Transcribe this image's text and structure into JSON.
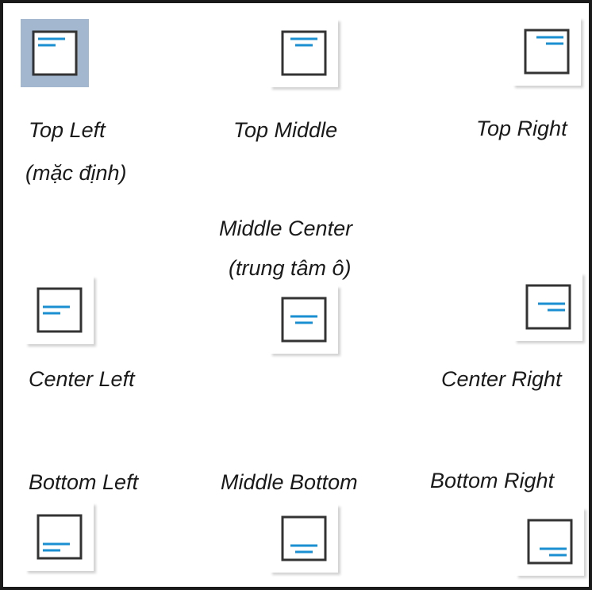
{
  "colors": {
    "line": "#1a8fd1",
    "box_border": "#333333",
    "selected_bg": "#a3b7cf"
  },
  "options": [
    {
      "id": "top-left",
      "label": "Top Left",
      "sublabel": "(mặc định)",
      "selected": true,
      "icon": "align-top-left-icon",
      "v_align": "top",
      "h_align": "left"
    },
    {
      "id": "top-middle",
      "label": "Top Middle",
      "sublabel": "",
      "selected": false,
      "icon": "align-top-middle-icon",
      "v_align": "top",
      "h_align": "center"
    },
    {
      "id": "top-right",
      "label": "Top Right",
      "sublabel": "",
      "selected": false,
      "icon": "align-top-right-icon",
      "v_align": "top",
      "h_align": "right"
    },
    {
      "id": "center-left",
      "label": "Center Left",
      "sublabel": "",
      "selected": false,
      "icon": "align-center-left-icon",
      "v_align": "middle",
      "h_align": "left"
    },
    {
      "id": "middle-center",
      "label": "Middle Center",
      "sublabel": "(trung tâm ô)",
      "selected": false,
      "icon": "align-middle-center-icon",
      "v_align": "middle",
      "h_align": "center"
    },
    {
      "id": "center-right",
      "label": "Center Right",
      "sublabel": "",
      "selected": false,
      "icon": "align-center-right-icon",
      "v_align": "middle",
      "h_align": "right"
    },
    {
      "id": "bottom-left",
      "label": "Bottom Left",
      "sublabel": "",
      "selected": false,
      "icon": "align-bottom-left-icon",
      "v_align": "bottom",
      "h_align": "left"
    },
    {
      "id": "middle-bottom",
      "label": "Middle Bottom",
      "sublabel": "",
      "selected": false,
      "icon": "align-middle-bottom-icon",
      "v_align": "bottom",
      "h_align": "center"
    },
    {
      "id": "bottom-right",
      "label": "Bottom Right",
      "sublabel": "",
      "selected": false,
      "icon": "align-bottom-right-icon",
      "v_align": "bottom",
      "h_align": "right"
    }
  ]
}
